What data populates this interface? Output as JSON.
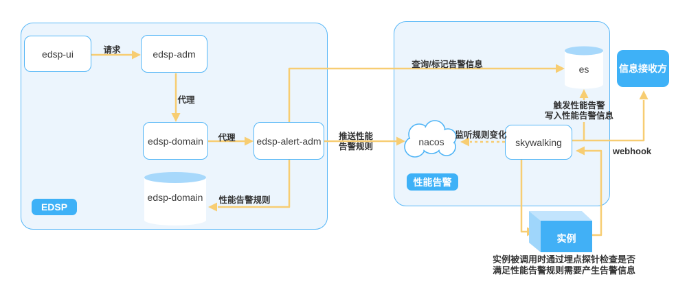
{
  "diagram": {
    "groups": {
      "edsp": {
        "label": "EDSP"
      },
      "perf": {
        "label": "性能告警"
      }
    },
    "nodes": {
      "edsp_ui": "edsp-ui",
      "edsp_adm": "edsp-adm",
      "edsp_domain": "edsp-domain",
      "edsp_alert_adm": "edsp-alert-adm",
      "edsp_domain_db": "edsp-domain",
      "nacos": "nacos",
      "skywalking": "skywalking",
      "es": "es",
      "receiver": "信息接收方",
      "instance": "实例"
    },
    "edges": {
      "request": "请求",
      "proxy_adm": "代理",
      "proxy_domain": "代理",
      "perf_rule": "性能告警规则",
      "query_mark": "查询/标记告警信息",
      "push_rule": [
        "推送性能",
        "告警规则"
      ],
      "listen": "监听规则变化",
      "trigger": [
        "触发性能告警",
        "写入性能告警信息"
      ],
      "webhook": "webhook"
    },
    "caption": [
      "实例被调用时通过埋点探针检查是否",
      "满足性能告警规则需要产生告警信息"
    ],
    "colors": {
      "accent_blue": "#3EB1F7",
      "container_fill": "#ECF5FD",
      "container_border": "#55B6F7",
      "box_border": "#4FB4F6",
      "arrow": "#F7CD72",
      "text_dark": "#3D3D3D",
      "label_text": "#333333",
      "cylinder_top": "#A7D8FB",
      "cube_top": "#C2E4FD",
      "cube_side": "#9FD6FB"
    }
  }
}
